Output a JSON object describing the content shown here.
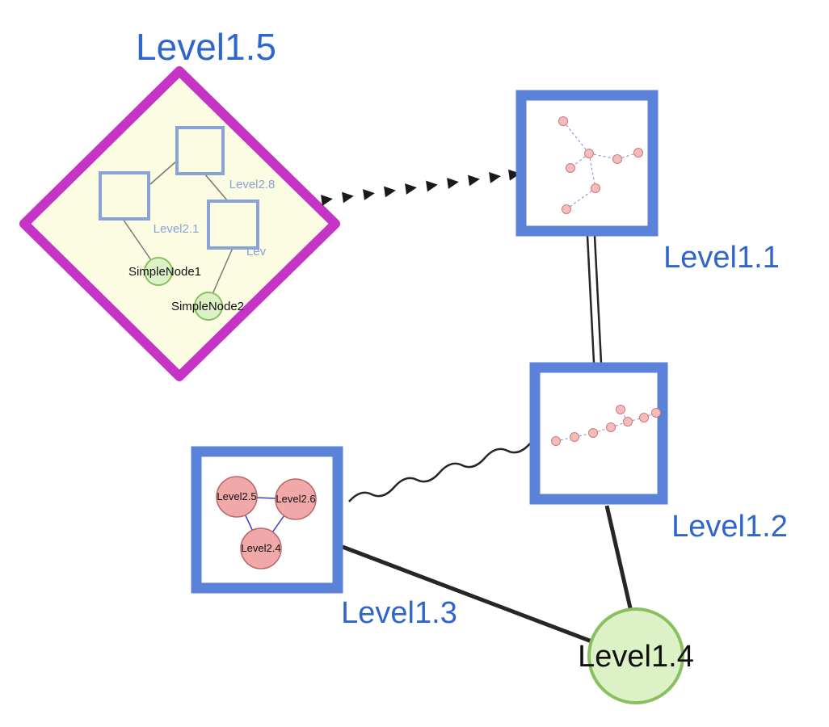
{
  "colors": {
    "label_blue": "#2f66cc",
    "node_border_blue": "#5b82d9",
    "square_border_blue": "#8aa3d6",
    "group_border_magenta": "#c634c6",
    "group_fill_yellow": "#fcfce3",
    "green_fill": "#dcf2c6",
    "green_border": "#8abf5f",
    "pink_fill": "#f0a8a8",
    "pink_border": "#bb6666",
    "mini_node_fill": "#f6bcbc",
    "mini_node_border": "#cc7979",
    "mini_edge_blue": "#8585cf",
    "triangle_edge_blue": "#3c3ccd",
    "edge_dark": "#262626",
    "inner_edge_gray": "#787878",
    "text_black": "#101010",
    "box_fill_white": "#ffffff"
  },
  "nodes": {
    "level15": {
      "label": "Level1.5",
      "type": "group-diamond"
    },
    "level11": {
      "label": "Level1.1",
      "type": "group-box"
    },
    "level12": {
      "label": "Level1.2",
      "type": "group-box"
    },
    "level13": {
      "label": "Level1.3",
      "type": "group-box"
    },
    "level14": {
      "label": "Level1.4",
      "type": "circle"
    }
  },
  "level15_children": {
    "level28": {
      "label": "Level2.8",
      "type": "square"
    },
    "level21": {
      "label": "Level2.1",
      "type": "square"
    },
    "lev": {
      "label": "Lev",
      "type": "square"
    },
    "simple1": {
      "label": "SimpleNode1",
      "type": "green-circle"
    },
    "simple2": {
      "label": "SimpleNode2",
      "type": "green-circle"
    }
  },
  "level13_children": {
    "level25": {
      "label": "Level2.5",
      "type": "pink-circle"
    },
    "level26": {
      "label": "Level2.6",
      "type": "pink-circle"
    },
    "level24": {
      "label": "Level2.4",
      "type": "pink-circle"
    }
  },
  "edges": [
    {
      "from": "Level1.5",
      "to": "Level1.1",
      "style": "dashed-arrowheads"
    },
    {
      "from": "Level1.1",
      "to": "Level1.2",
      "style": "double-line"
    },
    {
      "from": "Level1.3",
      "to": "Level1.2",
      "style": "wavy"
    },
    {
      "from": "Level1.3",
      "to": "Level1.4",
      "style": "solid-thick"
    },
    {
      "from": "Level1.2",
      "to": "Level1.4",
      "style": "solid-thick"
    }
  ]
}
